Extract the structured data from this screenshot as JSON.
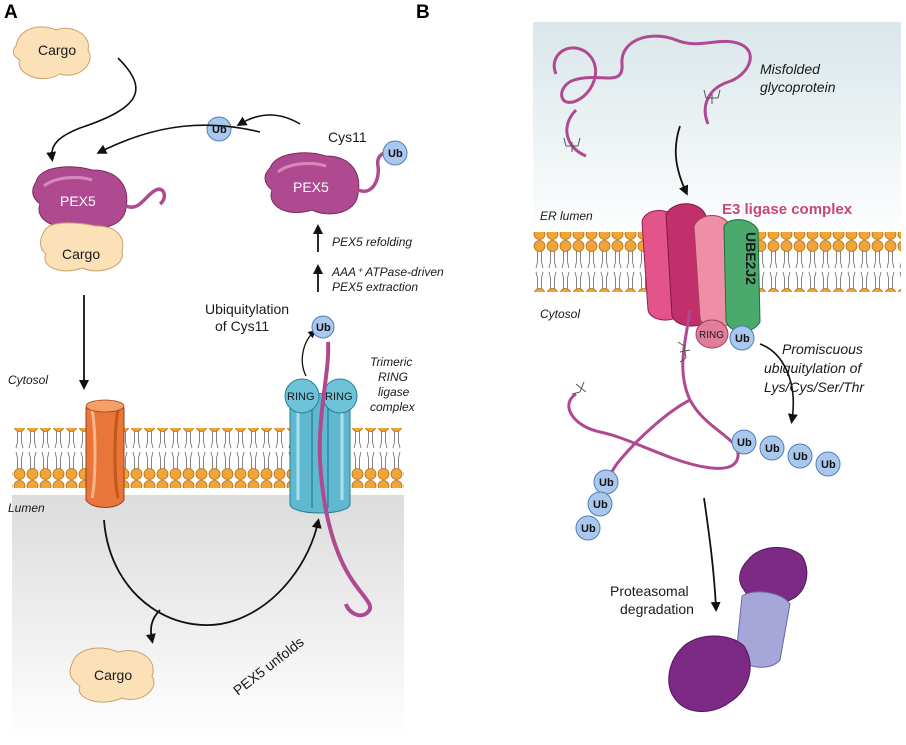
{
  "panels": {
    "a": "A",
    "b": "B"
  },
  "panel_a": {
    "cargo_top": "Cargo",
    "pex5_left": "PEX5",
    "cargo_bound": "Cargo",
    "ub_free": "Ub",
    "cys11": "Cys11",
    "ub_attached": "Ub",
    "pex5_right": "PEX5",
    "pex5_refolding": "PEX5 refolding",
    "aaa_line1": "AAA⁺ ATPase-driven",
    "aaa_line2": "PEX5 extraction",
    "ubiq_line1": "Ubiquitylation",
    "ubiq_line2": "of Cys11",
    "ub_transfer": "Ub",
    "ring_left": "RING",
    "ring_right": "RING",
    "trimeric_1": "Trimeric",
    "trimeric_2": "RING",
    "trimeric_3": "ligase",
    "trimeric_4": "complex",
    "cytosol": "Cytosol",
    "lumen": "Lumen",
    "pex5_unfolds": "PEX5 unfolds",
    "cargo_bottom": "Cargo"
  },
  "panel_b": {
    "misfolded_1": "Misfolded",
    "misfolded_2": "glycoprotein",
    "er_lumen": "ER lumen",
    "e3_complex": "E3 ligase complex",
    "ube2j2": "UBE2J2",
    "cytosol": "Cytosol",
    "ring": "RING",
    "ub_e2": "Ub",
    "promisc_1": "Promiscuous",
    "promisc_2": "ubiquitylation of",
    "promisc_3": "Lys/Cys/Ser/Thr",
    "ub_chain_right": [
      "Ub",
      "Ub",
      "Ub",
      "Ub"
    ],
    "ub_chain_left": [
      "Ub",
      "Ub",
      "Ub"
    ],
    "proteasomal_1": "Proteasomal",
    "proteasomal_2": "degradation"
  },
  "colors": {
    "membrane_head": "#f0a53a",
    "pex5": "#b04a90",
    "ub": "#a9c8ec",
    "ring_complex": "#5fb8cf",
    "channel": "#e8763a",
    "e3_pink": "#d44d7f",
    "ube2j2": "#4aaa6c",
    "proteasome_cap": "#7d2a86",
    "proteasome_core": "#a7a6d8",
    "cargo": "#fbe0b8"
  }
}
